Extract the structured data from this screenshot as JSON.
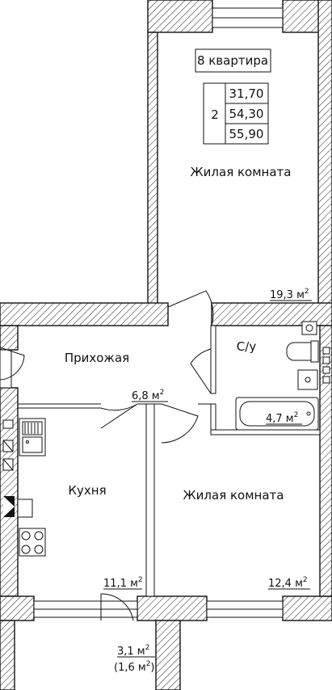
{
  "apartment": {
    "title": "8 квартира",
    "rooms_count": "2",
    "area_living": "31,70",
    "area_total": "54,30",
    "area_total_with_balcony": "55,90"
  },
  "rooms": {
    "living_room_1": {
      "name": "Жилая комната",
      "area": "19,3 м",
      "unit_sup": "2"
    },
    "hallway": {
      "name": "Прихожая",
      "area": "6,8 м",
      "unit_sup": "2"
    },
    "bathroom": {
      "name": "С/у",
      "area": "4,7 м",
      "unit_sup": "2"
    },
    "kitchen": {
      "name": "Кухня",
      "area": "11,1 м",
      "unit_sup": "2"
    },
    "living_room_2": {
      "name": "Жилая комната",
      "area": "12,4 м",
      "unit_sup": "2"
    },
    "balcony": {
      "area": "3,1 м",
      "unit_sup": "2",
      "reduced_area": "(1,6 м",
      "reduced_sup": "2",
      "reduced_close": ")"
    }
  }
}
